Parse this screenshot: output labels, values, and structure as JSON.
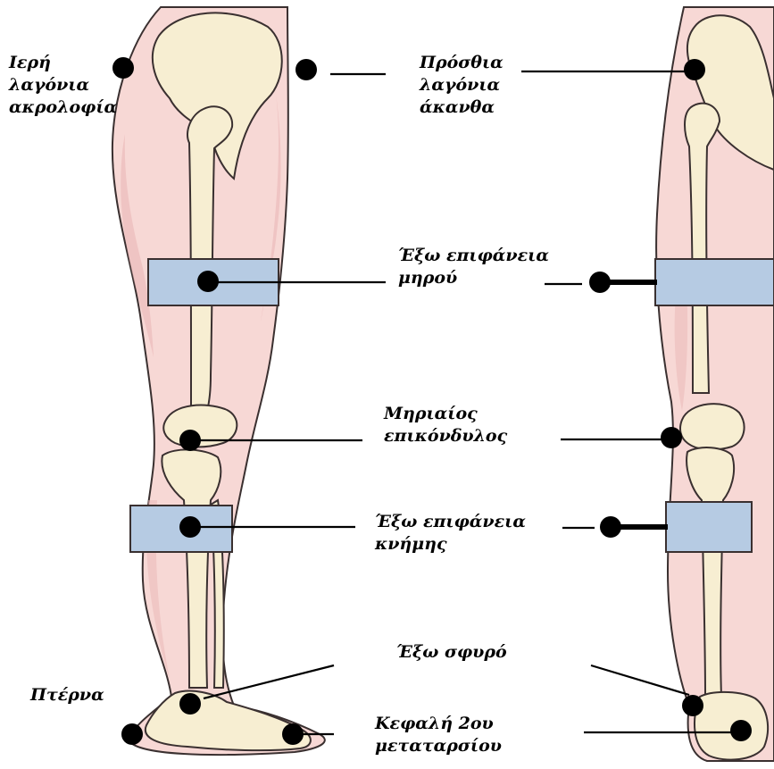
{
  "colors": {
    "skin": "#f7d8d5",
    "skin_shade": "#eab5b5",
    "outline": "#3a3030",
    "bone": "#f7eed2",
    "bone_shade": "#e8dcc0",
    "band": "#b6cbe3",
    "marker": "#000000",
    "leader": "#000000"
  },
  "labels": {
    "sacral_crest": [
      "Ιερή",
      "λαγόνια",
      "ακρολοφία"
    ],
    "anterior_spine": [
      "Πρόσθια",
      "λαγόνια",
      "άκανθα"
    ],
    "outer_thigh": [
      "Έξω επιφάνεια",
      "μηρού"
    ],
    "femoral_epicondyle": [
      "Μηριαίος",
      "επικόνδυλος"
    ],
    "outer_shin": [
      "Έξω επιφάνεια",
      "κνήμης"
    ],
    "lateral_malleolus": [
      "Έξω σφυρό"
    ],
    "heel": [
      "Πτέρνα"
    ],
    "second_metatarsal_head": [
      "Κεφαλή 2ου",
      "μεταταρσίου"
    ]
  },
  "icons": [
    "marker-dot-icon",
    "leg-band-icon"
  ]
}
